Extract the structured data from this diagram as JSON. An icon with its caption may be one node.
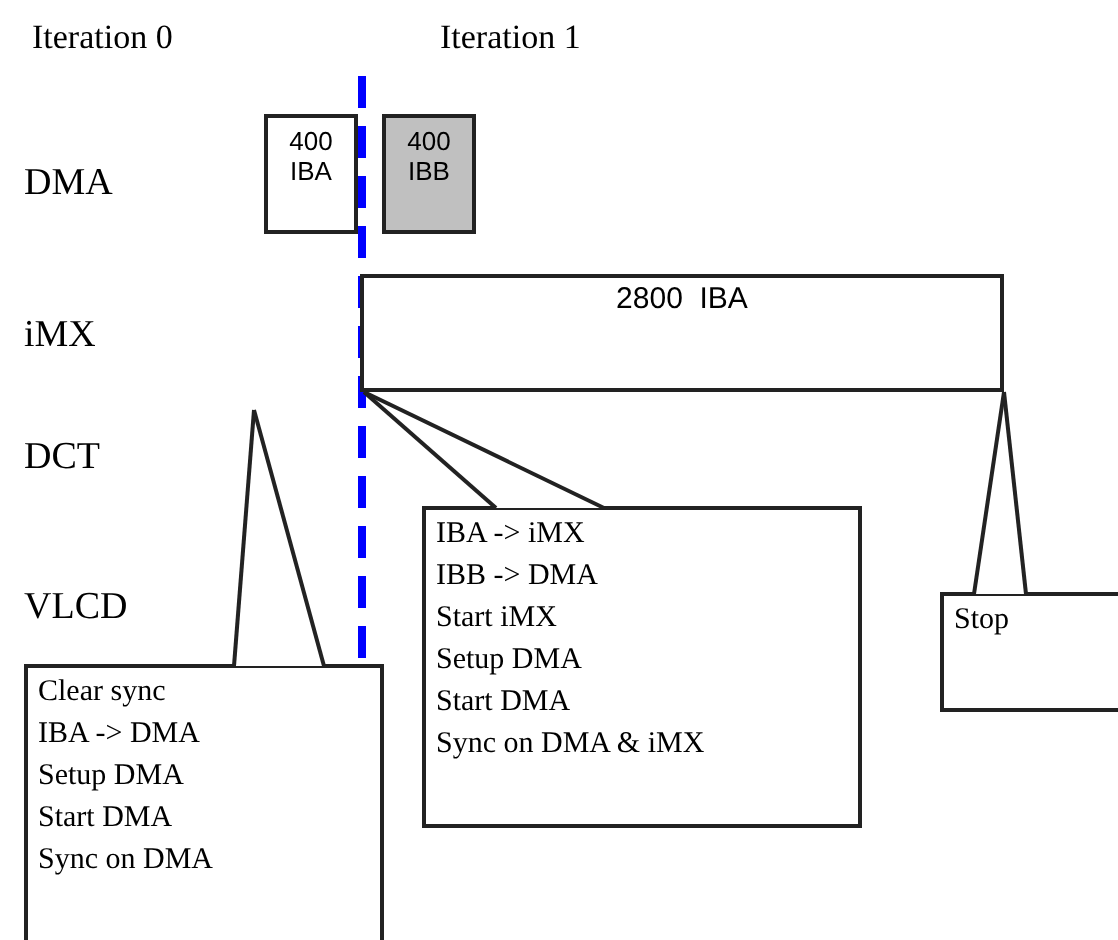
{
  "diagram": {
    "nodes": [
      {
        "text": [
          "400 IBA"
        ]
      },
      {
        "text": [
          "400 IBB"
        ]
      },
      {
        "text": [
          "2800  IBA"
        ]
      },
      {
        "text": [
          "Clear sync",
          "IBA -> DMA",
          "Setup DMA",
          "Start DMA",
          "Sync on DMA"
        ]
      },
      {
        "text": [
          "IBA -> iMX",
          "IBB -> DMA",
          "Start iMX",
          "Setup DMA",
          "Start DMA",
          "Sync on DMA & iMX"
        ]
      },
      {
        "text": [
          "Stop"
        ]
      }
    ],
    "edges": [
      {
        "from": 3,
        "to": null,
        "arrow": "none"
      },
      {
        "from": 4,
        "to": 2,
        "arrow": "none"
      },
      {
        "from": 5,
        "to": 2,
        "arrow": "none"
      }
    ],
    "labels": [
      "Iteration 0",
      "Iteration 1",
      "DMA",
      "iMX",
      "DCT",
      "VLCD"
    ]
  }
}
